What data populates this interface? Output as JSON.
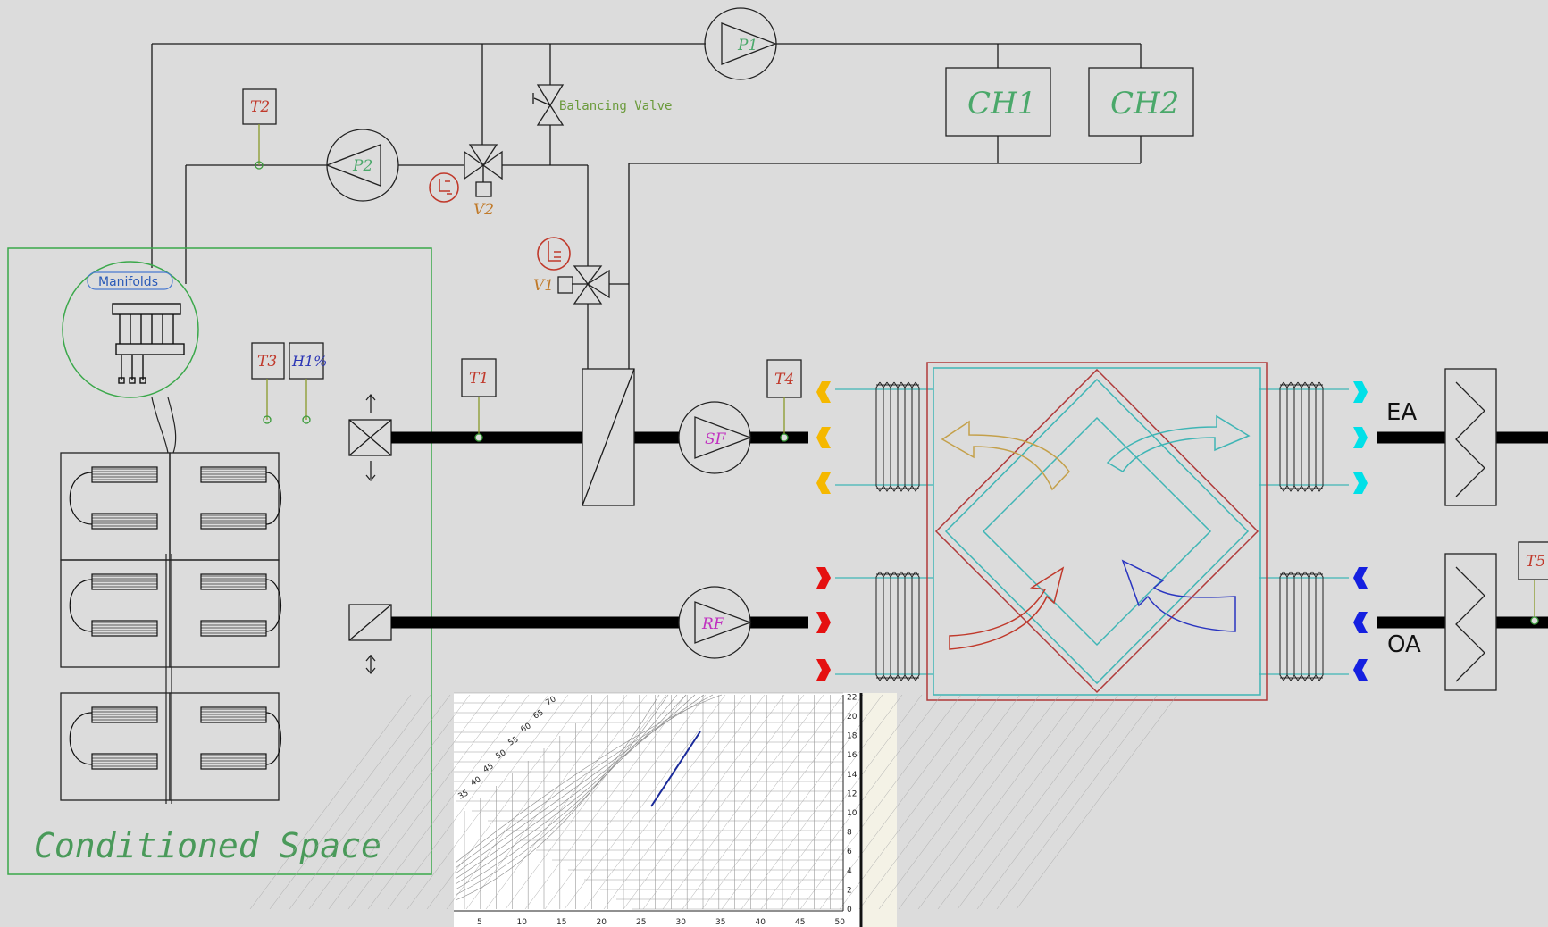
{
  "labels": {
    "p1": "P1",
    "p2": "P2",
    "ch1": "CH1",
    "ch2": "CH2",
    "balancing_valve": "Balancing Valve",
    "t1": "T1",
    "t2": "T2",
    "t3": "T3",
    "t4": "T4",
    "t5": "T5",
    "h1": "H1%",
    "v1": "V1",
    "v2": "V2",
    "sf": "SF",
    "rf": "RF",
    "ea": "EA",
    "oa": "OA",
    "manifolds": "Manifolds",
    "conditioned_space": "Conditioned Space"
  },
  "psychro_chart": {
    "x_ticks": [
      "5",
      "10",
      "15",
      "20",
      "25",
      "30",
      "35",
      "40",
      "45",
      "50"
    ],
    "y_ticks": [
      "0",
      "2",
      "4",
      "6",
      "8",
      "10",
      "12",
      "14",
      "16",
      "18",
      "20",
      "22"
    ],
    "rh_labels": [
      "35",
      "40",
      "45",
      "50",
      "55",
      "60",
      "65",
      "70"
    ]
  },
  "colors": {
    "background": "#dcdcdc",
    "label_green": "#4aa86a",
    "label_red": "#c0392b",
    "label_orange": "#c07a2a",
    "label_blue": "#2b35b5",
    "exchanger_outer": "#b03a3a",
    "exchanger_inner": "#3fb5b5",
    "supply_arrow": "#f5b800",
    "return_arrow": "#e51010",
    "exhaust_arrow": "#00e0e8",
    "outdoor_arrow": "#1520e0"
  }
}
